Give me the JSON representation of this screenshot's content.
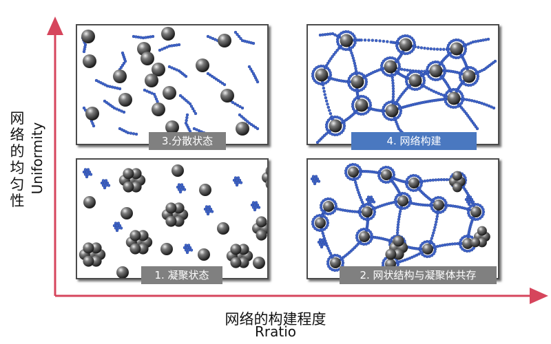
{
  "axes": {
    "y_label_cn": "网络的均匀性",
    "y_label_en": "Uniformity",
    "x_label_cn": "网络的构建程度",
    "x_label_en": "Rratio",
    "axis_color": "#d6455c"
  },
  "panels": [
    {
      "id": "dispersed",
      "label": "3.分散状态"
    },
    {
      "id": "network",
      "label": "4.  网络构建"
    },
    {
      "id": "agglomerated",
      "label": "1. 凝聚状态"
    },
    {
      "id": "coexist",
      "label": "2. 网状结构与凝聚体共存"
    }
  ],
  "colors": {
    "bead": "#3f63c8",
    "particle": "#3a3a3a",
    "panel_border": "#4a4a4a",
    "tag_gray": "#808080",
    "tag_blue": "#4a78c0"
  }
}
